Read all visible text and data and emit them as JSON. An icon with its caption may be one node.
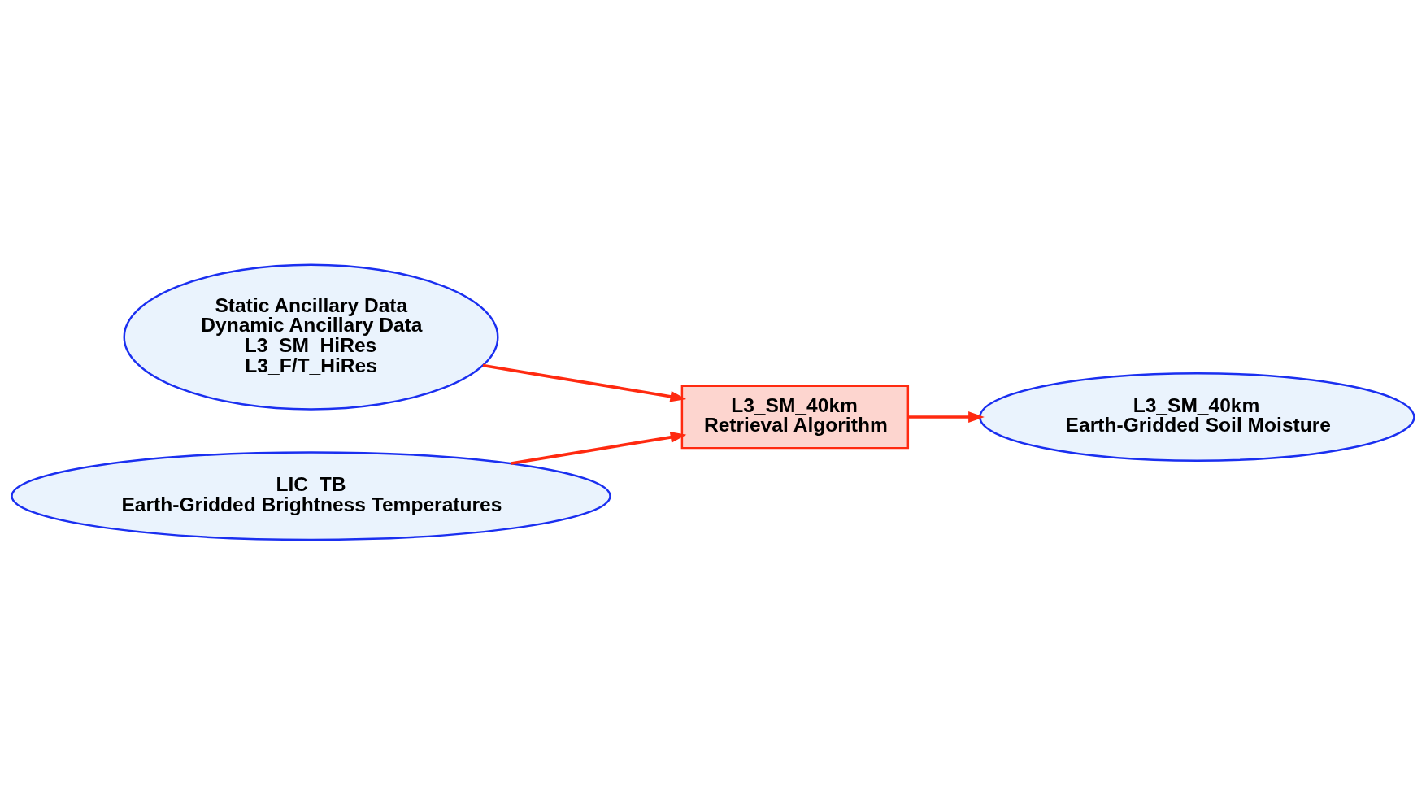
{
  "diagram": {
    "nodes": [
      {
        "text": [
          "Static Ancillary Data",
          "Dynamic Ancillary Data",
          "L3_SM_HiRes",
          "L3_F/T_HiRes"
        ]
      },
      {
        "text": [
          "LIC_TB",
          "Earth-Gridded Brightness Temperatures"
        ]
      },
      {
        "text": [
          "L3_SM_40km",
          "Retrieval Algorithm"
        ]
      },
      {
        "text": [
          "L3_SM_40km",
          "Earth-Gridded Soil Moisture"
        ]
      }
    ],
    "edges": [
      {
        "from": 0,
        "to": 2,
        "arrow": "to"
      },
      {
        "from": 1,
        "to": 2,
        "arrow": "to"
      },
      {
        "from": 2,
        "to": 3,
        "arrow": "to"
      }
    ]
  }
}
